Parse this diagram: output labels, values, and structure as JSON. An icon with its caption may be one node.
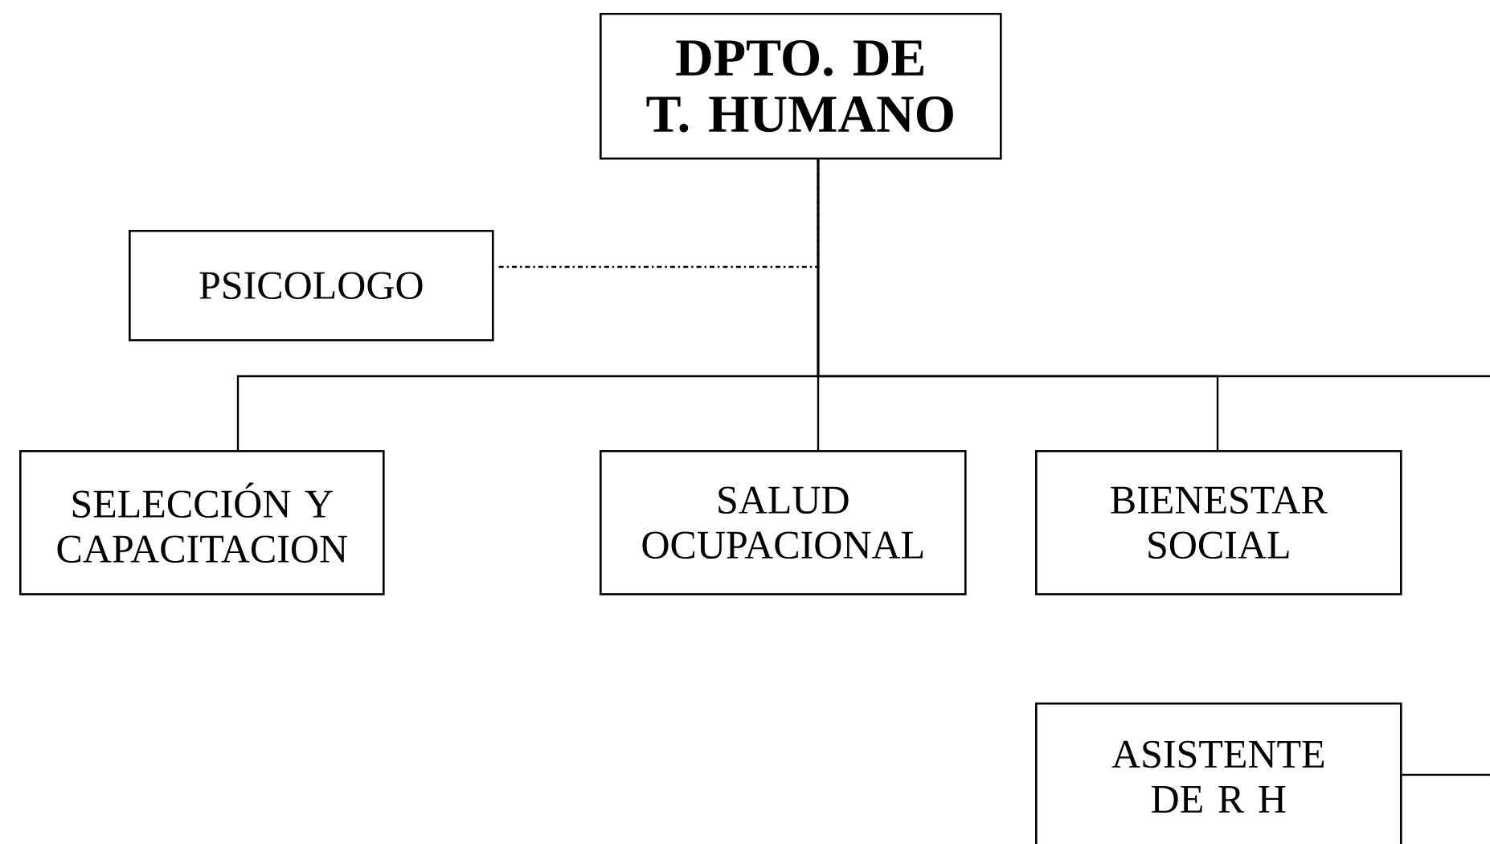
{
  "diagram": {
    "nodes": [
      {
        "text": [
          "DPTO. DE T. HUMANO"
        ]
      },
      {
        "text": [
          "PSICOLOGO"
        ]
      },
      {
        "text": [
          "SELECCIÓN Y CAPACITACION"
        ]
      },
      {
        "text": [
          "SALUD OCUPACIONAL"
        ]
      },
      {
        "text": [
          "BIENESTAR SOCIAL"
        ]
      },
      {
        "text": [
          "ASISTENTE DE R H"
        ]
      }
    ],
    "edges": [
      {
        "from": 0,
        "to": 2,
        "arrow": "none"
      },
      {
        "from": 0,
        "to": 3,
        "arrow": "none"
      },
      {
        "from": 0,
        "to": 4,
        "arrow": "none"
      },
      {
        "from": 0,
        "to": null,
        "arrow": "none"
      },
      {
        "from": 0,
        "to": 1,
        "arrow": "none",
        "style": "dashed"
      },
      {
        "from": 5,
        "to": null,
        "arrow": "none"
      }
    ]
  }
}
